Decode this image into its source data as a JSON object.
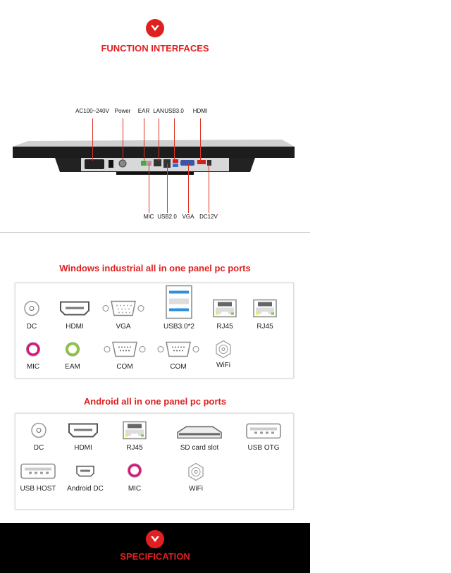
{
  "header": {
    "icon": "chevron-down-circle-icon",
    "title": "FUNCTION INTERFACES"
  },
  "diagram": {
    "top_labels": [
      "AC100~240V",
      "Power",
      "EAR",
      "LAN",
      "USB3.0",
      "HDMI"
    ],
    "bottom_labels": [
      "MIC",
      "USB2.0",
      "VGA",
      "DC12V"
    ]
  },
  "windows": {
    "title": "Windows industrial all in one panel pc ports",
    "items": [
      {
        "label": "DC",
        "icon": "dc-jack"
      },
      {
        "label": "HDMI",
        "icon": "hdmi"
      },
      {
        "label": "VGA",
        "icon": "vga"
      },
      {
        "label": "USB3.0*2",
        "icon": "usb3-double"
      },
      {
        "label": "RJ45",
        "icon": "rj45"
      },
      {
        "label": "RJ45",
        "icon": "rj45"
      },
      {
        "label": "MIC",
        "icon": "mic-jack"
      },
      {
        "label": "EAM",
        "icon": "ear-jack"
      },
      {
        "label": "COM",
        "icon": "com"
      },
      {
        "label": "COM",
        "icon": "com"
      },
      {
        "label": "WiFi",
        "icon": "wifi-antenna"
      }
    ]
  },
  "android": {
    "title": "Android all in one panel pc ports",
    "items": [
      {
        "label": "DC",
        "icon": "dc-jack"
      },
      {
        "label": "HDMI",
        "icon": "hdmi"
      },
      {
        "label": "RJ45",
        "icon": "rj45"
      },
      {
        "label": "SD card slot",
        "icon": "sd-slot"
      },
      {
        "label": "USB OTG",
        "icon": "usb"
      },
      {
        "label": "USB HOST",
        "icon": "usb"
      },
      {
        "label": "Android DC",
        "icon": "mini-hdmi"
      },
      {
        "label": "MIC",
        "icon": "mic-jack"
      },
      {
        "label": "WiFi",
        "icon": "wifi-antenna"
      }
    ]
  },
  "footer": {
    "icon": "chevron-down-circle-icon",
    "title": "SPECIFICATION"
  },
  "colors": {
    "accent": "#e02020",
    "mic": "#d6177e",
    "ear": "#8cc63f",
    "usb_blue": "#2e8ee0"
  }
}
